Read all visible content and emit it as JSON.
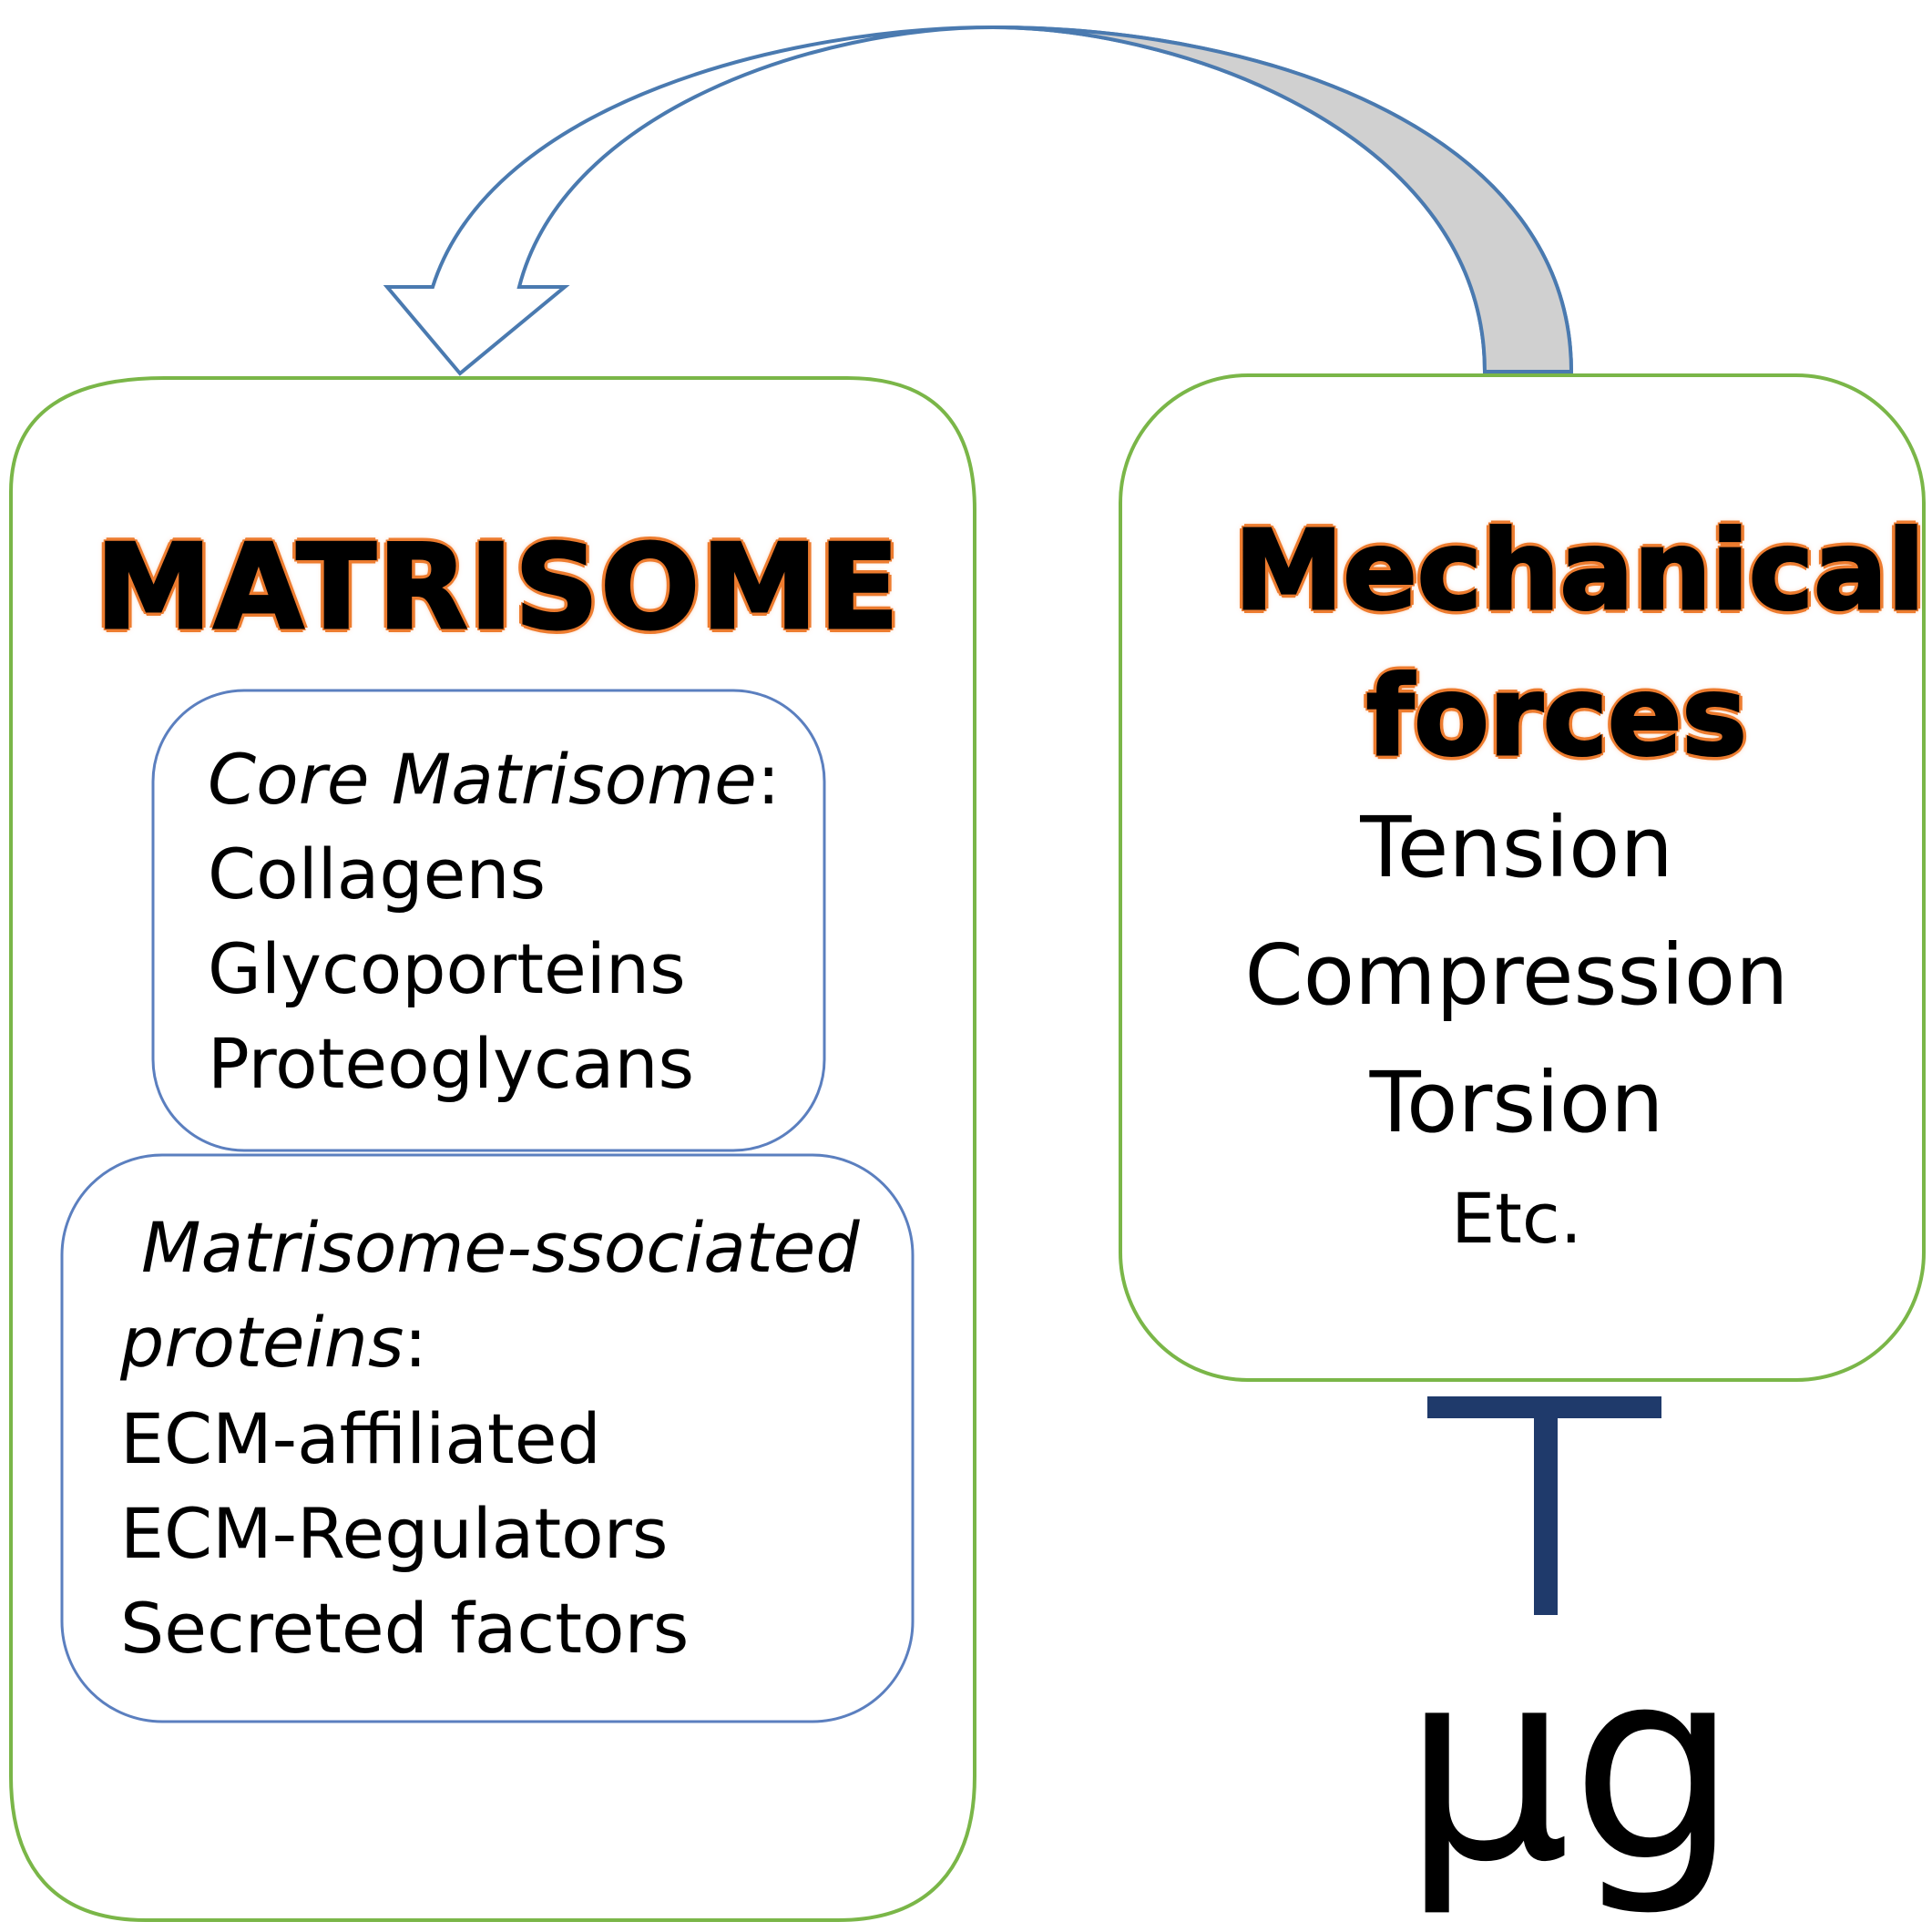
{
  "matrisome": {
    "title": "MATRISOME",
    "core": {
      "heading": "Core Matrisome",
      "heading_suffix": ":",
      "items": [
        "Collagens",
        "Glycoporteins",
        "Proteoglycans"
      ]
    },
    "associated": {
      "heading_line1": "Matrisome-ssociated",
      "heading_line2": "proteins",
      "heading_suffix": ":",
      "items": [
        "ECM-affiliated",
        "ECM-Regulators",
        "Secreted factors"
      ]
    }
  },
  "mechanical": {
    "title_line1": "Mechanical",
    "title_line2": "forces",
    "items": [
      "Tension",
      "Compression",
      "Torsion"
    ],
    "etc": "Etc."
  },
  "microgravity": {
    "label": "μg"
  },
  "colors": {
    "outer_box_border": "#7ab648",
    "inner_box_border": "#5b7fbf",
    "arrow_stroke": "#4a7ab0",
    "arrow_fill": "#d0d0d0",
    "title_glow": "#ed7d31",
    "inhibitor_bar": "#1f3a6b"
  },
  "icons": {
    "feedback-arrow": "curved-arrow",
    "inhibition": "t-bar"
  }
}
